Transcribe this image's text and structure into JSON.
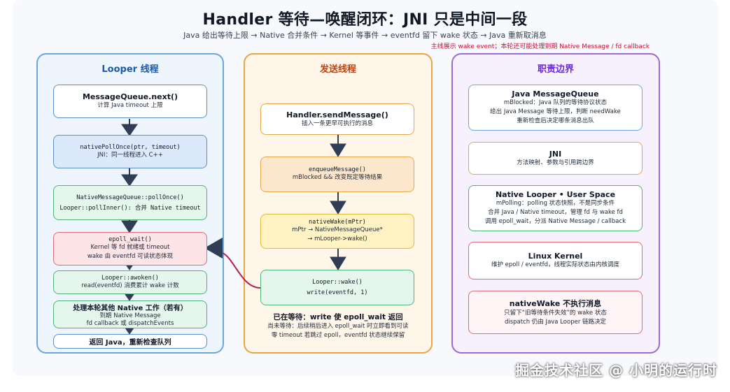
{
  "title": "Handler 等待—唤醒闭环：JNI 只是中间一段",
  "subtitle": "Java 给出等待上限 → Native 合并条件 → Kernel 等事件 → eventfd 留下 wake 状态 → Java 重新取消息",
  "note": "主线展示 wake event；本轮还可能处理到期 Native Message / fd callback",
  "looper": {
    "title": "Looper 线程",
    "boxes": [
      {
        "h": "MessageQueue.next()",
        "lines": [
          "计算 Java timeout 上限"
        ]
      },
      {
        "m": "nativePollOnce(ptr, timeout)",
        "lines": [
          "JNI：同一线程进入 C++"
        ]
      },
      {
        "m": "NativeMessageQueue::pollOnce()",
        "lines": [
          "Looper::pollInner(): 合并 Native timeout"
        ]
      },
      {
        "m": "epoll_wait()",
        "lines": [
          "Kernel 等 fd 就绪或 timeout",
          "wake 由 eventfd 可读状态体现"
        ]
      },
      {
        "m": "Looper::awoken()",
        "lines": [
          "read(eventfd) 消费累计 wake 计数"
        ]
      },
      {
        "h": "处理本轮其他 Native 工作（若有）",
        "lines": [
          "到期 Native Message",
          "fd callback 或 dispatchEvents"
        ]
      },
      {
        "h": "返回 Java，重新检查队列",
        "lines": []
      }
    ]
  },
  "send": {
    "title": "发送线程",
    "boxes": [
      {
        "h": "Handler.sendMessage()",
        "lines": [
          "插入一条更早可执行的消息"
        ]
      },
      {
        "m": "enqueueMessage()",
        "lines": [
          "mBlocked && 改变既定等待结果"
        ]
      },
      {
        "m": "nativeWake(mPtr)",
        "lines": [
          "mPtr → NativeMessageQueue*",
          "→ mLooper->wake()"
        ]
      },
      {
        "m": "Looper::wake()",
        "lines": [
          "write(eventfd, 1)"
        ]
      }
    ],
    "caption": {
      "h": "已在等待：write 使 epoll_wait 返回",
      "lines": [
        "尚未等待：后续稍后进入 epoll_wait 时立即看到可读",
        "零 timeout 若跳过 epoll，eventfd 状态继续保留"
      ]
    }
  },
  "resp": {
    "title": "职责边界",
    "boxes": [
      {
        "h": "Java MessageQueue",
        "lines": [
          "mBlocked：Java 队列的等待协议状态",
          "给出 Java Message 等待上限，判断 needWake",
          "重新检查后决定哪条消息出队"
        ]
      },
      {
        "h": "JNI",
        "lines": [
          "方法映射、参数与引用跨边界"
        ]
      },
      {
        "h": "Native Looper • User Space",
        "lines": [
          "mPolling：polling 状态快照，不是同步条件",
          "合并 Java / Native timeout，管理 fd 与 wake fd",
          "调用 epoll_wait，分派 Native Message / callback"
        ]
      },
      {
        "h": "Linux Kernel",
        "lines": [
          "维护 epoll / eventfd，线程实际状态由内核调度"
        ]
      },
      {
        "h": "nativeWake 不执行消息",
        "lines": [
          "只留下“旧等待条件失效”的 wake 状态",
          "dispatch 仍由 Java Looper 链路决定"
        ]
      }
    ]
  },
  "watermark": "掘金技术社区 @ 小明的运行时",
  "colors": {
    "arrow": "#2f3e55",
    "wake_curve": "#b4234a",
    "looper_border": "#6aa6e0",
    "send_border": "#e7a54a",
    "resp_border": "#9c6ad6"
  }
}
